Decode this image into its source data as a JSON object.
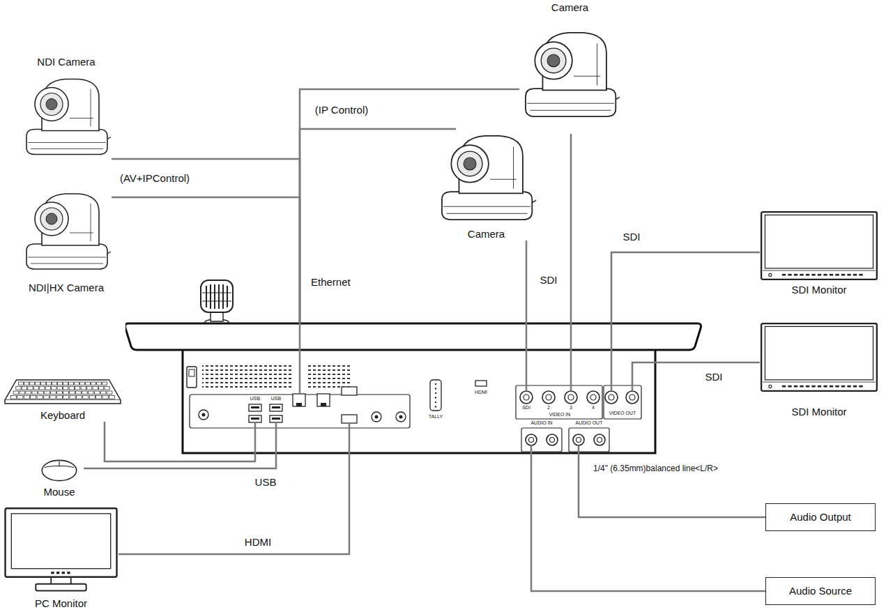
{
  "diagram": {
    "nodes": [
      {
        "text": [
          "NDI Camera"
        ]
      },
      {
        "text": [
          "NDI|HX Camera"
        ]
      },
      {
        "text": [
          "Camera"
        ]
      },
      {
        "text": [
          "Camera"
        ]
      },
      {
        "text": [
          "SDI Monitor"
        ]
      },
      {
        "text": [
          "SDI Monitor"
        ]
      },
      {
        "text": [
          "Keyboard"
        ]
      },
      {
        "text": [
          "Mouse"
        ]
      },
      {
        "text": [
          "PC Monitor"
        ]
      },
      {
        "text": [
          "HDMI",
          "SDI",
          "2",
          "3",
          "4",
          "VIDEO IN",
          "AUDIO IN",
          "AUDIO OUT",
          "VIDEO OUT",
          "USB",
          "USB",
          "TALLY"
        ]
      },
      {
        "text": [
          "Audio Output"
        ]
      },
      {
        "text": [
          "Audio Source"
        ]
      }
    ],
    "edges": [
      {
        "from": 0,
        "to": 9,
        "arrow": "none",
        "label": "(AV+IPControl)"
      },
      {
        "from": 1,
        "to": 9,
        "arrow": "none"
      },
      {
        "from": 2,
        "to": 9,
        "arrow": "none",
        "label": "(IP Control)"
      },
      {
        "from": 3,
        "to": 9,
        "arrow": "none"
      },
      {
        "from": 3,
        "to": 9,
        "arrow": "none",
        "label": "SDI"
      },
      {
        "from": 2,
        "to": 9,
        "arrow": "none"
      },
      {
        "from": 9,
        "to": 4,
        "arrow": "none",
        "label": "SDI"
      },
      {
        "from": 9,
        "to": 5,
        "arrow": "none",
        "label": "SDI"
      },
      {
        "from": 6,
        "to": 9,
        "arrow": "none"
      },
      {
        "from": 7,
        "to": 9,
        "arrow": "none",
        "label": "USB"
      },
      {
        "from": 9,
        "to": 8,
        "arrow": "none",
        "label": "HDMI"
      },
      {
        "from": 9,
        "to": 10,
        "arrow": "none",
        "label": "1/4\" (6.35mm)balanced line<L/R>"
      },
      {
        "from": 11,
        "to": 9,
        "arrow": "none"
      }
    ],
    "labels": [
      "Ethernet"
    ]
  }
}
